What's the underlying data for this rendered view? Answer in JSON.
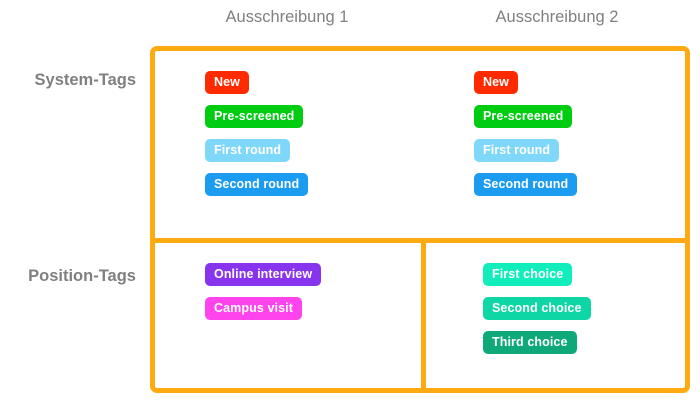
{
  "columns": [
    {
      "label": "Ausschreibung 1"
    },
    {
      "label": "Ausschreibung 2"
    }
  ],
  "rows": [
    {
      "label": "System-Tags"
    },
    {
      "label": "Position-Tags"
    }
  ],
  "colors": {
    "frame": "#ffaa11",
    "label_text": "#808080",
    "tag_text": "#ffffff",
    "background": "#ffffff"
  },
  "cells": {
    "system_tags": [
      {
        "column": "Ausschreibung 1",
        "tags": [
          {
            "label": "New",
            "color": "#ff2a00"
          },
          {
            "label": "Pre-screened",
            "color": "#00cc11"
          },
          {
            "label": "First round",
            "color": "#7fd8fa"
          },
          {
            "label": "Second round",
            "color": "#1c9cf0"
          }
        ]
      },
      {
        "column": "Ausschreibung 2",
        "tags": [
          {
            "label": "New",
            "color": "#ff2a00"
          },
          {
            "label": "Pre-screened",
            "color": "#00cc11"
          },
          {
            "label": "First round",
            "color": "#7fd8fa"
          },
          {
            "label": "Second round",
            "color": "#1c9cf0"
          }
        ]
      }
    ],
    "position_tags": [
      {
        "column": "Ausschreibung 1",
        "tags": [
          {
            "label": "Online interview",
            "color": "#8833ee"
          },
          {
            "label": "Campus visit",
            "color": "#ff44ee"
          }
        ]
      },
      {
        "column": "Ausschreibung 2",
        "tags": [
          {
            "label": "First choice",
            "color": "#11eebb"
          },
          {
            "label": "Second choice",
            "color": "#0fd6a5"
          },
          {
            "label": "Third choice",
            "color": "#0fa878"
          }
        ]
      }
    ]
  }
}
